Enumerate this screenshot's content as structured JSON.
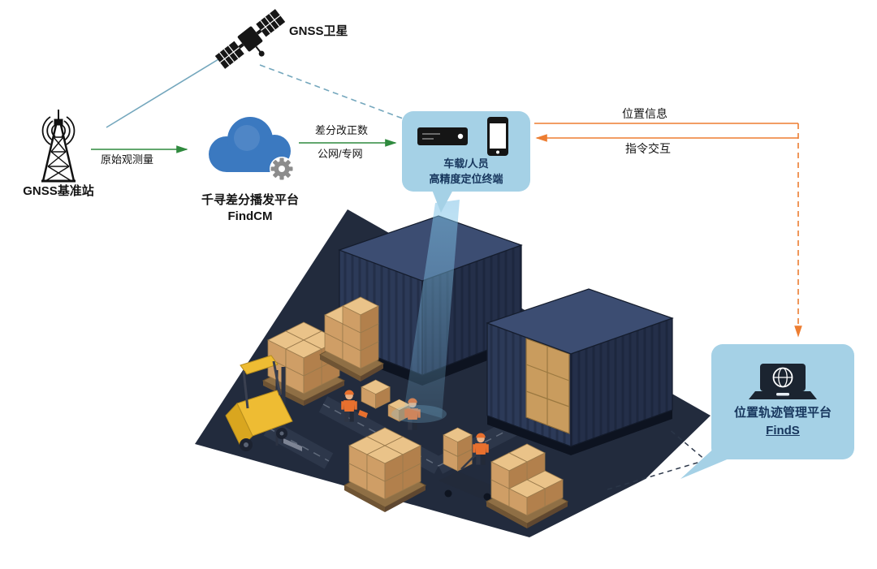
{
  "diagram": {
    "satellite": {
      "label": "GNSS卫星"
    },
    "base_station": {
      "label": "GNSS基准站"
    },
    "link_raw": {
      "label": "原始观测量"
    },
    "cloud": {
      "title": "千寻差分播发平台",
      "subtitle": "FindCM"
    },
    "link_corr": {
      "label_top": "差分改正数",
      "label_bottom": "公网/专网"
    },
    "terminal": {
      "line1": "车载/人员",
      "line2": "高精度定位终端"
    },
    "link_pos": {
      "label": "位置信息"
    },
    "link_cmd": {
      "label": "指令交互"
    },
    "platform": {
      "title": "位置轨迹管理平台",
      "subtitle": "FindS"
    }
  },
  "colors": {
    "teal_line": "#74a7bd",
    "green_arrow": "#2f8a3e",
    "orange_arrow": "#ed7d31",
    "bubble_bg": "#a5d1e6",
    "bubble_text": "#17365d",
    "cloud_blue": "#3b79c0",
    "gear_gray": "#8c8c8c",
    "container_navy": "#2c3a58",
    "floor_navy": "#222b3d",
    "box_tan": "#cf9e66",
    "forklift_yellow": "#eebc33"
  }
}
